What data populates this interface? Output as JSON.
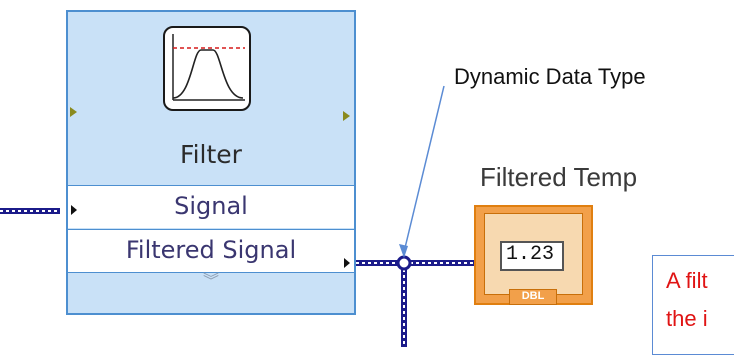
{
  "express_vi": {
    "title": "Filter",
    "icon": "bandpass-filter-icon",
    "terminals": [
      {
        "label": "Signal"
      },
      {
        "label": "Filtered Signal"
      }
    ],
    "expand_icon": "chevron-double-down-icon"
  },
  "annotation": {
    "label": "Dynamic Data Type"
  },
  "indicator": {
    "label": "Filtered Temp",
    "value": "1.23",
    "type_tag": "DBL"
  },
  "note": {
    "lines": [
      "A filt",
      "the i"
    ]
  },
  "colors": {
    "node_fill": "#c9e1f7",
    "node_border": "#4d8fd0",
    "wire": "#1b1b8a",
    "indicator_fill": "#f2a04a",
    "note_text": "#e01414"
  }
}
